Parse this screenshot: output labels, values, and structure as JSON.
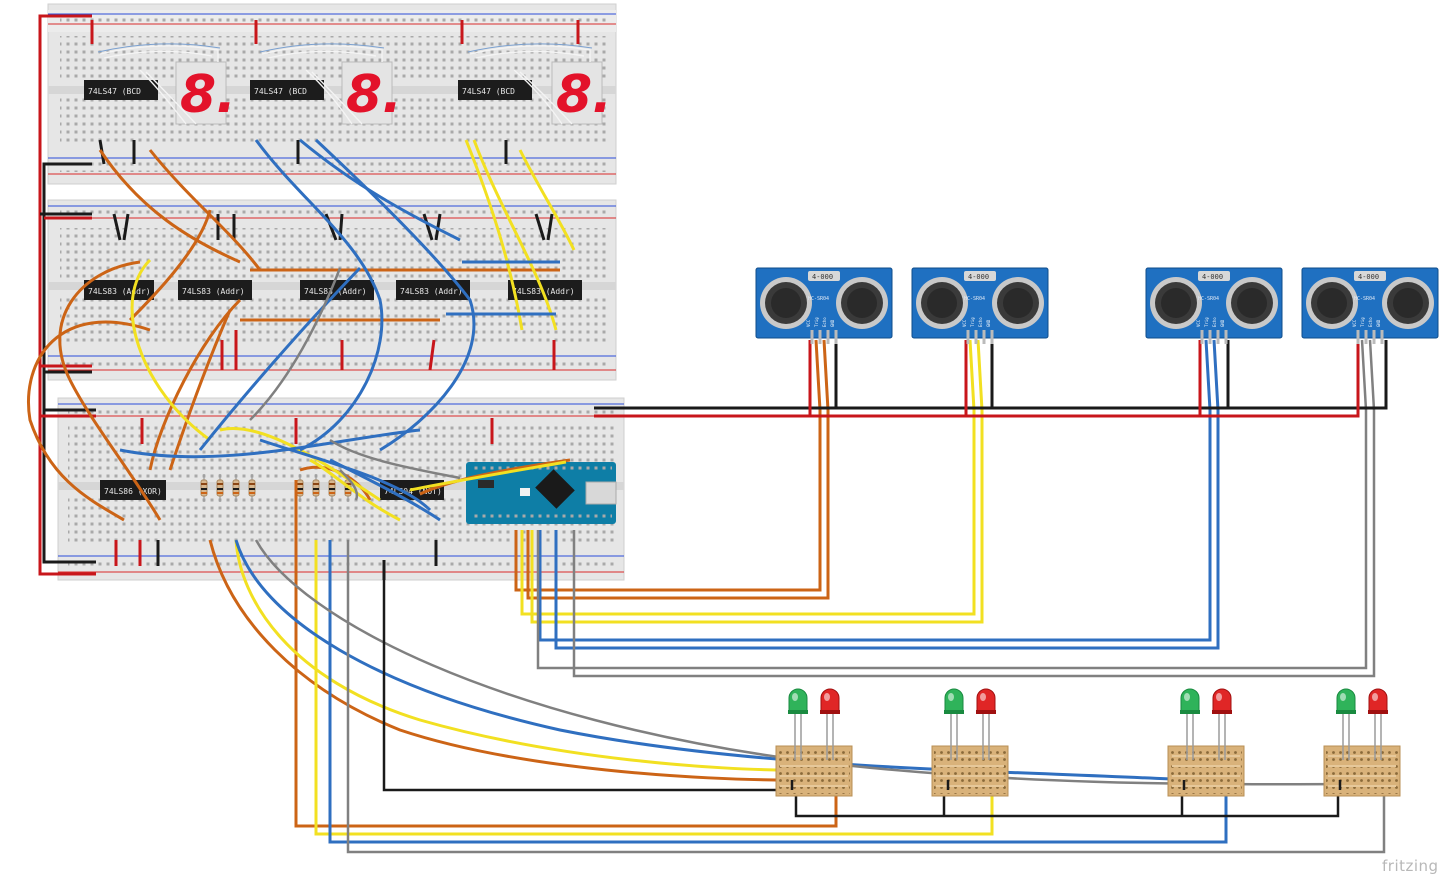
{
  "credit": "fritzing",
  "chips": {
    "bcd": [
      "74LS47 (BCD",
      "74LS47 (BCD",
      "74LS47 (BCD"
    ],
    "adders": [
      "74LS83 (Addr)",
      "74LS83 (Addr)",
      "74LS83 (Addr)",
      "74LS83 (Addr)",
      "74LS83 (Addr)"
    ],
    "xor": "74LS86 (XOR)",
    "not": "74LS04 (NOT)"
  },
  "sensors": {
    "label": "HC-SR04",
    "brand": "4-000",
    "pins": [
      "VCC",
      "Trig",
      "Echo",
      "GND"
    ],
    "count": 4
  },
  "segment_display": {
    "digit": "8.",
    "count": 3
  },
  "led_pairs": {
    "colors": [
      "green",
      "red"
    ],
    "count": 4
  },
  "controller": {
    "name": "Arduino Nano"
  },
  "colors": {
    "wire_red": "#c8161b",
    "wire_black": "#1a1a1a",
    "wire_orange": "#cc6416",
    "wire_yellow": "#f2e021",
    "wire_blue": "#2f6fc0",
    "wire_gray": "#808080",
    "sensor_blue": "#1f70c1",
    "arduino_teal": "#0e7ea6",
    "perfboard": "#d9b27a",
    "segment_red": "#e3122a"
  }
}
